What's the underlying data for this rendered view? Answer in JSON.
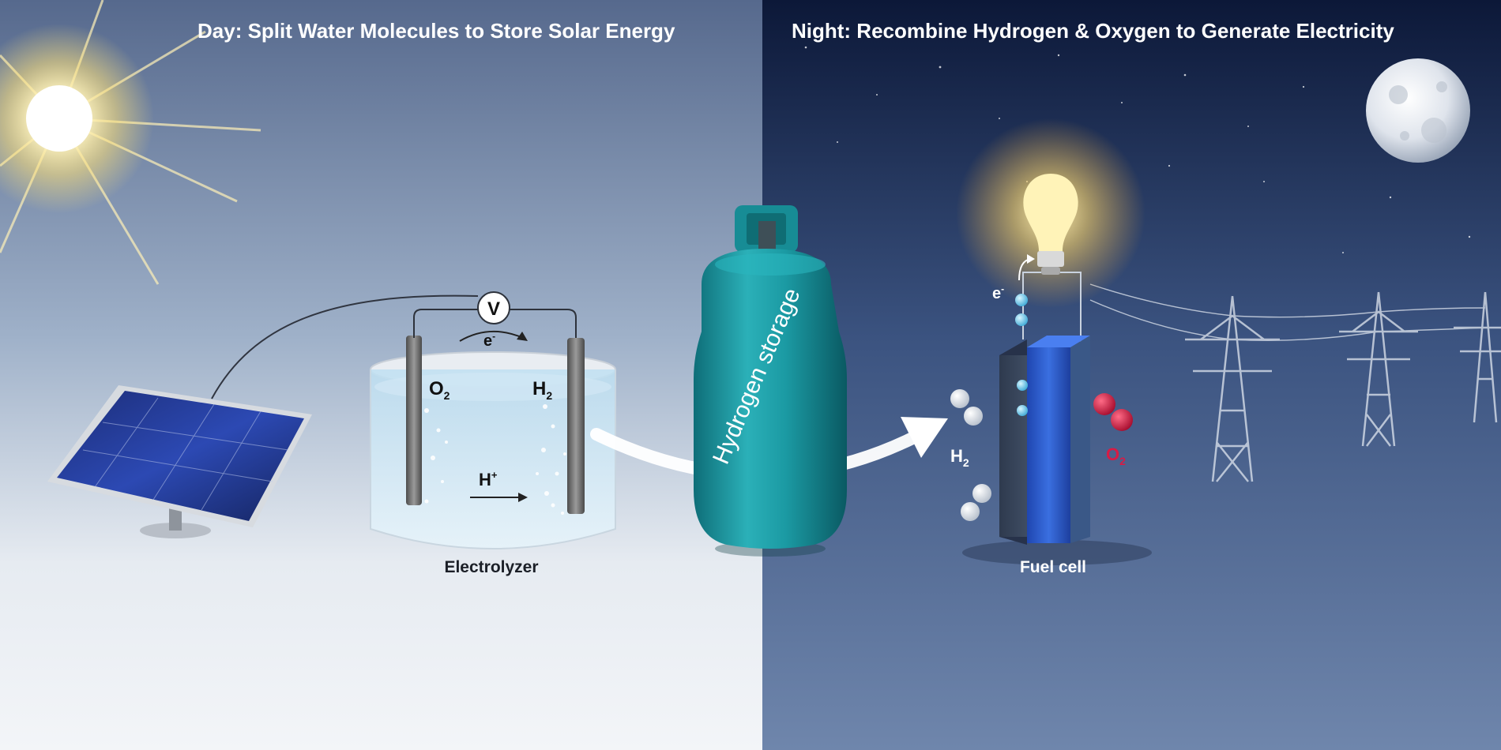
{
  "day": {
    "title": "Day: Split Water Molecules to Store Solar Energy"
  },
  "night": {
    "title": "Night: Recombine Hydrogen & Oxygen to Generate Electricity"
  },
  "electrolyzer": {
    "label": "Electrolyzer",
    "meter": "V",
    "electron": "e",
    "electron_charge": "-",
    "anode_gas": "O",
    "anode_gas_sub": "2",
    "cathode_gas": "H",
    "cathode_gas_sub": "2",
    "ion": "H",
    "ion_charge": "+"
  },
  "storage": {
    "label": "Hydrogen storage"
  },
  "fuel_cell": {
    "label": "Fuel cell",
    "electron": "e",
    "electron_charge": "-",
    "fuel_gas": "H",
    "fuel_gas_sub": "2",
    "oxidant_gas": "O",
    "oxidant_gas_sub": "2"
  },
  "colors": {
    "tank": "#1b9aa3",
    "oxygen": "#d81b45",
    "night_sky": "#0d1a3d",
    "day_sky": "#5a6f93",
    "cell_blue": "#2f5fcf"
  }
}
